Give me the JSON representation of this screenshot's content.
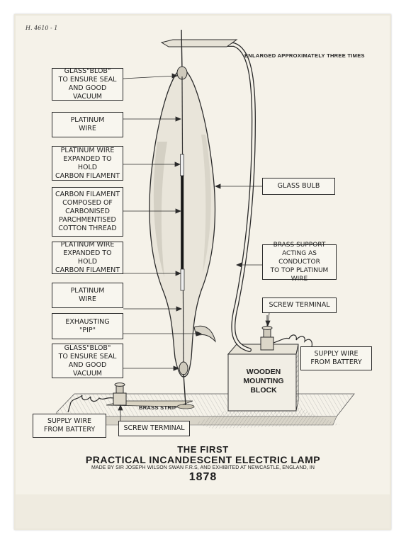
{
  "reference_number": "H. 4610 - 1",
  "scale_note": "ENLARGED APPROXIMATELY THREE TIMES",
  "labels": {
    "glass_blob_top": "GLASS\"BLOB\"\nTO ENSURE SEAL\nAND GOOD VACUUM",
    "platinum_wire_top": "PLATINUM\nWIRE",
    "platinum_wire_expanded_top": "PLATINUM WIRE\nEXPANDED TO HOLD\nCARBON FILAMENT",
    "carbon_filament": "CARBON FILAMENT\nCOMPOSED OF\nCARBONISED\nPARCHMENTISED\nCOTTON THREAD",
    "platinum_wire_expanded_bottom": "PLATINUM WIRE\nEXPANDED TO HOLD\nCARBON FILAMENT",
    "platinum_wire_bottom": "PLATINUM\nWIRE",
    "exhausting_pip": "EXHAUSTING\n\"PIP\"",
    "glass_blob_bottom": "GLASS\"BLOB\"\nTO ENSURE SEAL\nAND GOOD VACUUM",
    "glass_bulb": "GLASS BULB",
    "brass_support": "BRASS SUPPORT\nACTING AS CONDUCTOR\nTO TOP PLATINUM WIRE",
    "screw_terminal_right": "SCREW TERMINAL",
    "supply_wire_right": "SUPPLY WIRE\nFROM BATTERY",
    "supply_wire_left": "SUPPLY WIRE\nFROM BATTERY",
    "screw_terminal_left": "SCREW TERMINAL",
    "brass_strip": "BRASS STRIP",
    "wooden_block": "WOODEN\nMOUNTING\nBLOCK"
  },
  "title": {
    "line1": "THE FIRST",
    "line2": "PRACTICAL INCANDESCENT ELECTRIC LAMP",
    "credit": "MADE BY SIR JOSEPH WILSON SWAN F.R.S, AND EXHIBITED AT NEWCASTLE, ENGLAND, IN",
    "year": "1878"
  }
}
